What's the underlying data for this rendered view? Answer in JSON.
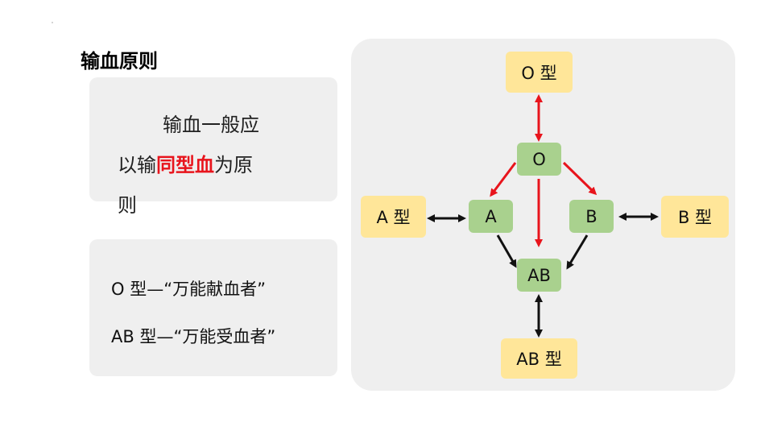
{
  "title": "输血原则",
  "principle": {
    "line1": "输血一般应",
    "line2_prefix": "以输",
    "line2_highlight": "同型血",
    "line2_suffix": "为原",
    "line3": "则"
  },
  "types": {
    "o_line": "O 型—“万能献血者”",
    "ab_line": "AB 型—“万能受血者”"
  },
  "diagram": {
    "donor_o": "O 型",
    "donor_a": "A 型",
    "donor_b": "B 型",
    "donor_ab": "AB 型",
    "node_o": "O",
    "node_a": "A",
    "node_b": "B",
    "node_ab": "AB"
  },
  "colors": {
    "red_arrow": "#e8141c",
    "black_arrow": "#111111",
    "yellow_box": "#ffe699",
    "green_box": "#a9d18e",
    "highlight_text": "#e8141c"
  }
}
